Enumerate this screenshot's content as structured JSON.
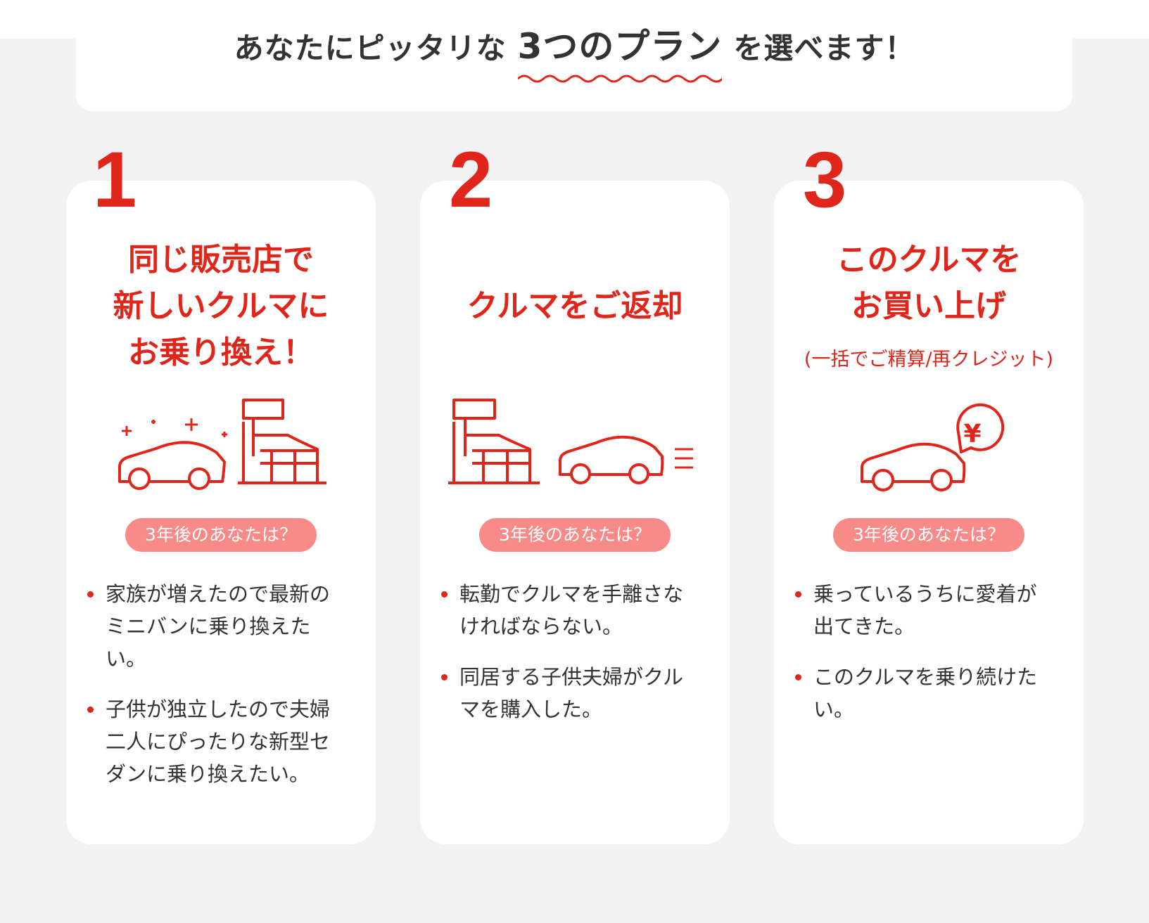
{
  "header": {
    "prefix": "あなたにピッタリな",
    "emphasis": "3つのプラン",
    "suffix": "を選べます！"
  },
  "colors": {
    "accent": "#e0251b",
    "pill": "#f88a88",
    "panel_bg": "#f2f2f2"
  },
  "plans": [
    {
      "number": "1",
      "title_lines": [
        "同じ販売店で",
        "新しいクルマに",
        "お乗り換え！"
      ],
      "illustration": "sparkling-car-and-dealership-icon",
      "question": "3年後のあなたは？",
      "bullets": [
        "家族が増えたので最新のミニバンに乗り換えたい。",
        "子供が独立したので夫婦二人にぴったりな新型セダンに乗り換えたい。"
      ]
    },
    {
      "number": "2",
      "title_lines": [
        "クルマをご返却"
      ],
      "illustration": "dealership-and-car-driving-icon",
      "question": "3年後のあなたは？",
      "bullets": [
        "転勤でクルマを手離さなければならない。",
        "同居する子供夫婦がクルマを購入した。"
      ]
    },
    {
      "number": "3",
      "title_lines": [
        "このクルマを",
        "お買い上げ"
      ],
      "note": "(一括でご精算/再クレジット)",
      "illustration": "car-with-yen-bubble-icon",
      "question": "3年後のあなたは？",
      "bullets": [
        "乗っているうちに愛着が出てきた。",
        "このクルマを乗り続けたい。"
      ]
    }
  ]
}
